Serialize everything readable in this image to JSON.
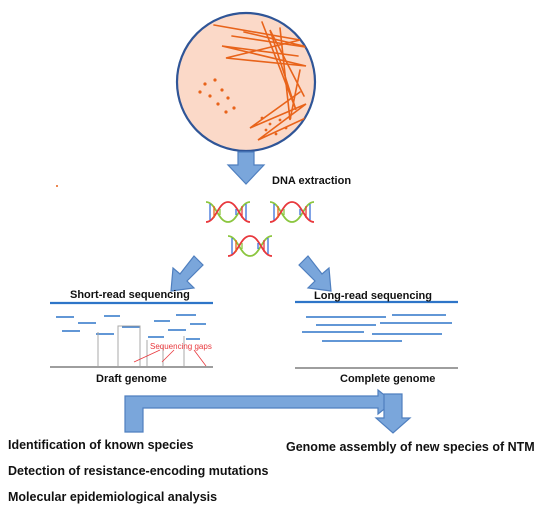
{
  "labels": {
    "dna_extraction": "DNA extraction",
    "short_read": "Short-read sequencing",
    "long_read": "Long-read sequencing",
    "sequencing_gaps": "Sequencing gaps",
    "draft_genome": "Draft genome",
    "complete_genome": "Complete genome"
  },
  "outcomes": {
    "left": [
      "Identification of known species",
      "Detection of resistance-encoding mutations",
      "Molecular epidemiological analysis"
    ],
    "right": "Genome assembly of new species of NTM"
  },
  "colors": {
    "arrow_fill": "#7aa6db",
    "arrow_stroke": "#4f7fbf",
    "read_line": "#2e75c8",
    "plate_fill": "#fbd9c8",
    "plate_rim": "#2f5597",
    "colony": "#e8631a",
    "gap_red": "#e8383d"
  }
}
